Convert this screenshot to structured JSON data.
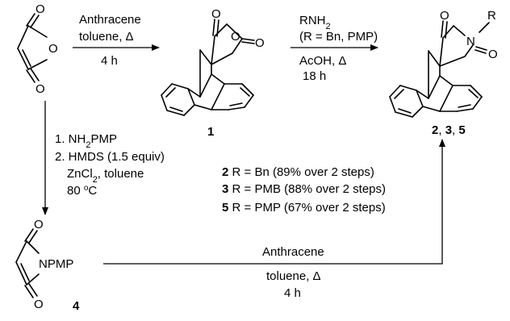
{
  "step1": {
    "reagent": "Anthracene",
    "conditions": "toluene, Δ",
    "time": "4 h"
  },
  "step2": {
    "reagent": "RNH",
    "reagent_sub": "2",
    "r_def": "(R = Bn, PMP)",
    "solvent": "AcOH, Δ",
    "time": "18 h"
  },
  "step3": {
    "line1": "1. NH",
    "line1_sub": "2",
    "line1_tail": "PMP",
    "line2": "2. HMDS (1.5 equiv)",
    "line3": "ZnCl",
    "line3_sub": "2",
    "line3_tail": ", toluene",
    "line4": "80 ",
    "line4_sup": "o",
    "line4_tail": "C"
  },
  "step4": {
    "reagent": "Anthracene",
    "conditions": "toluene, Δ",
    "time": "4 h"
  },
  "compounds": {
    "c1": "1",
    "products_a": "2",
    "products_sep1": ", ",
    "products_b": "3",
    "products_sep2": ", ",
    "products_c": "5",
    "c4": "4"
  },
  "yields": [
    {
      "num": "2",
      "text": " R = Bn (89% over 2 steps)"
    },
    {
      "num": "3",
      "text": " R = PMB (88% over 2 steps)"
    },
    {
      "num": "5",
      "text": " R = PMP (67% over 2 steps)"
    }
  ],
  "atoms": {
    "O": "O",
    "N": "N",
    "R": "R",
    "NPMP": "NPMP"
  }
}
